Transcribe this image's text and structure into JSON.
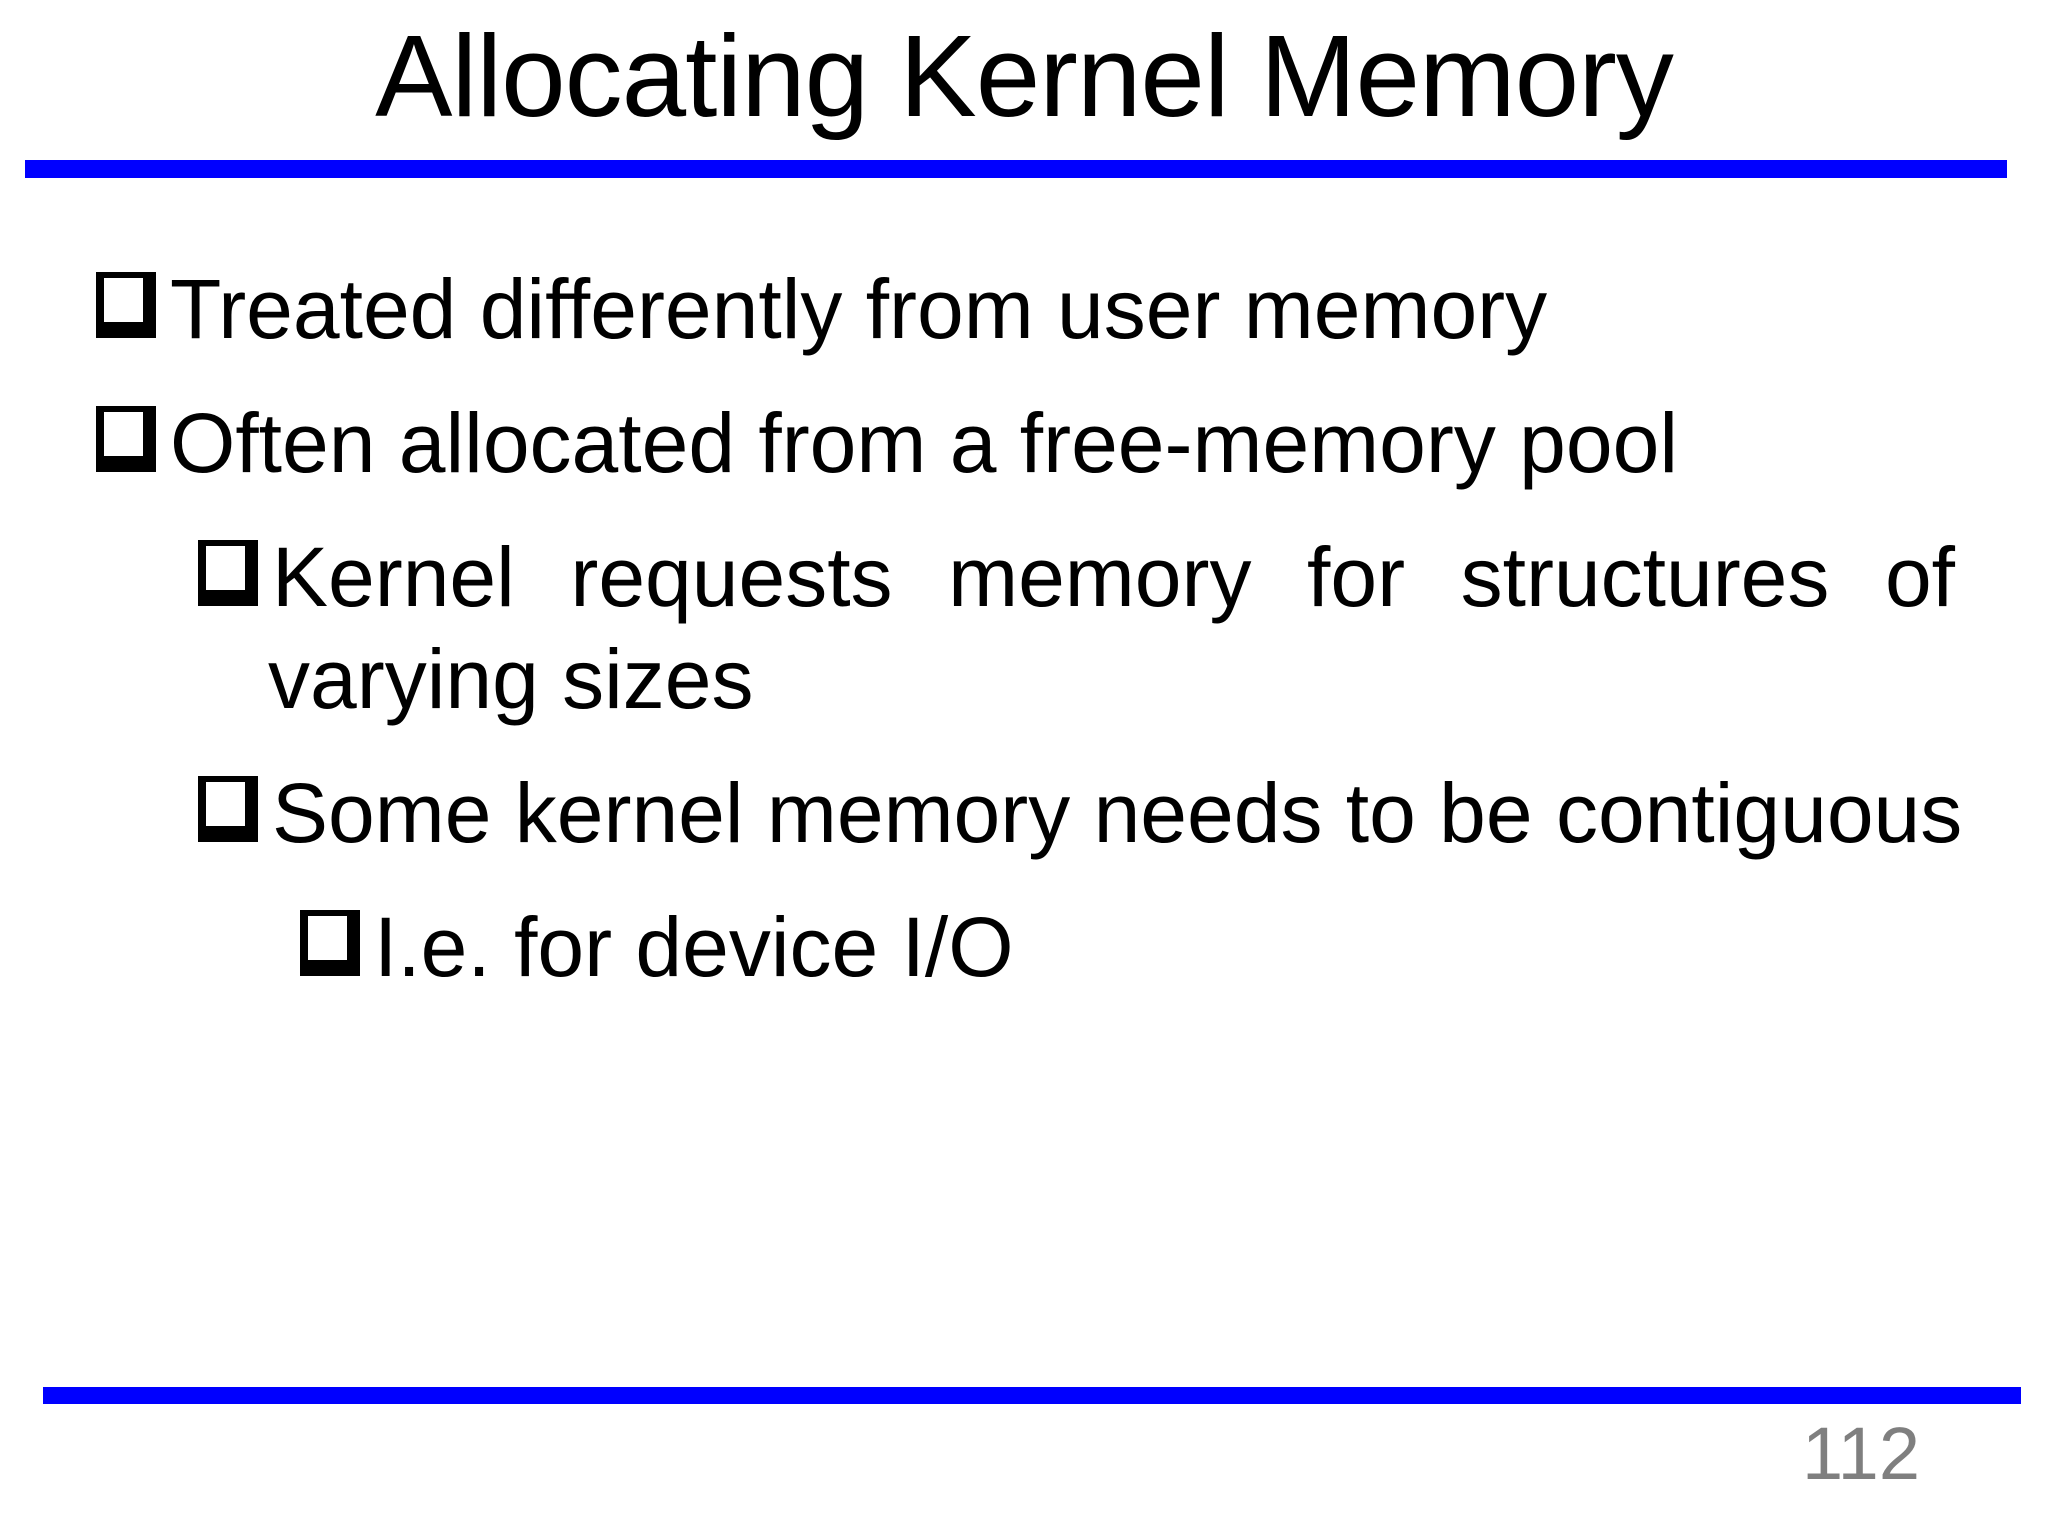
{
  "slide": {
    "title": "Allocating Kernel Memory",
    "bullets": [
      {
        "level": 1,
        "text": "Treated differently from user memory"
      },
      {
        "level": 1,
        "text": "Often allocated from a free-memory pool"
      },
      {
        "level": 2,
        "justified": true,
        "line1": "Kernel requests memory for structures of",
        "line2": "varying sizes"
      },
      {
        "level": 2,
        "text": "Some kernel memory needs to be contiguous"
      },
      {
        "level": 3,
        "text": "I.e. for device I/O"
      }
    ],
    "page_number": "112",
    "bullet_icon": "ballot-box-shadowed-square",
    "colors": {
      "accent_rule": "#0000ff",
      "text": "#000000",
      "page_number": "#7f7f7f",
      "background": "#ffffff"
    }
  }
}
